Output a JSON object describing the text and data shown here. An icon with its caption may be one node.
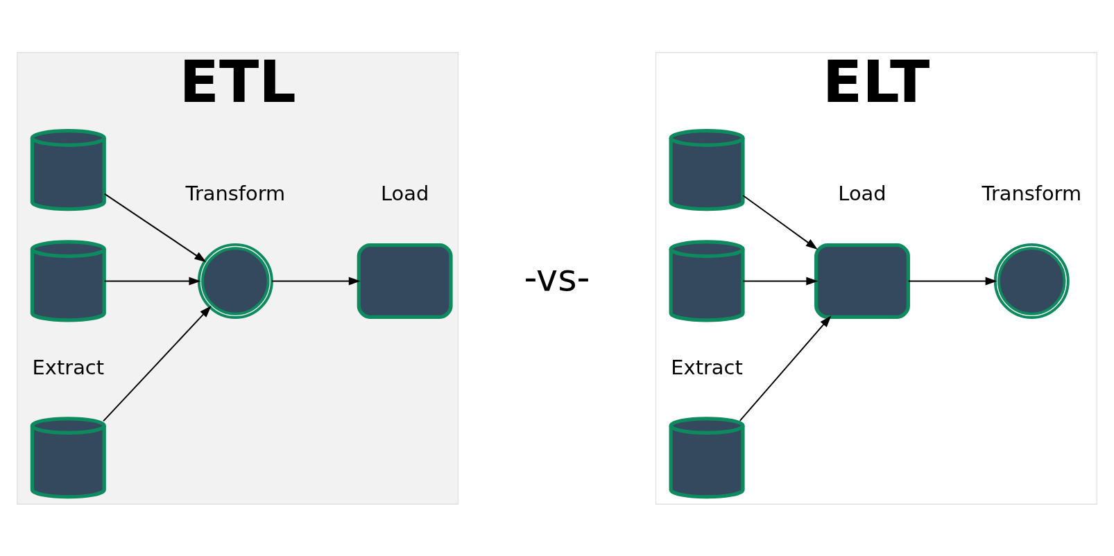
{
  "diagram": {
    "nodes": [
      {
        "text": [
          "ETL"
        ]
      },
      {
        "text": [],
        "shape": "cylinder",
        "in": 0
      },
      {
        "text": [],
        "shape": "cylinder",
        "in": 0
      },
      {
        "text": [],
        "shape": "cylinder",
        "in": 0,
        "beside": [
          "Extract"
        ]
      },
      {
        "text": [],
        "shape": "picture",
        "in": 0,
        "beside": [
          "Transform"
        ]
      },
      {
        "text": [],
        "shape": "box",
        "in": 0,
        "beside": [
          "Load"
        ]
      },
      {
        "text": [
          "ELT"
        ]
      },
      {
        "text": [],
        "shape": "cylinder",
        "in": 6
      },
      {
        "text": [],
        "shape": "cylinder",
        "in": 6
      },
      {
        "text": [],
        "shape": "cylinder",
        "in": 6,
        "beside": [
          "Extract"
        ]
      },
      {
        "text": [],
        "shape": "box",
        "in": 6,
        "beside": [
          "Load"
        ]
      },
      {
        "text": [],
        "shape": "picture",
        "in": 6,
        "beside": [
          "Transform"
        ]
      }
    ],
    "edges": [
      {
        "from": 1,
        "to": 4,
        "arrow": "to"
      },
      {
        "from": 2,
        "to": 4,
        "arrow": "to"
      },
      {
        "from": 3,
        "to": 4,
        "arrow": "to"
      },
      {
        "from": 4,
        "to": 5,
        "arrow": "to"
      },
      {
        "from": 7,
        "to": 10,
        "arrow": "to"
      },
      {
        "from": 8,
        "to": 10,
        "arrow": "to"
      },
      {
        "from": 9,
        "to": 10,
        "arrow": "to"
      },
      {
        "from": 10,
        "to": 11,
        "arrow": "to"
      }
    ],
    "labels": [
      "-vs-"
    ]
  }
}
